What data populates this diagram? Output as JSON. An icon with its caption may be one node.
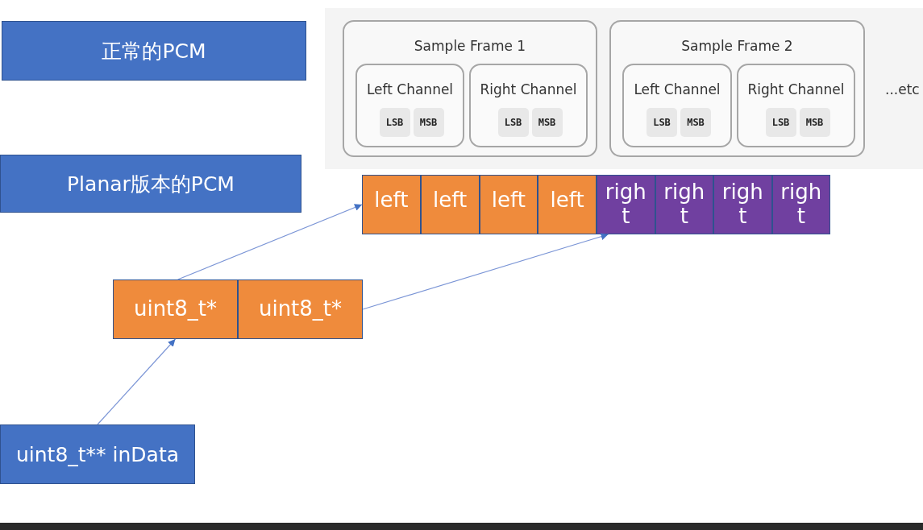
{
  "diagram": {
    "nodes": [
      {
        "text": [
          "正常的PCM"
        ]
      },
      {
        "text": [
          "Planar版本的PCM"
        ]
      },
      {
        "text": [],
        "shape": "box"
      },
      {
        "text": [
          "Sample Frame 1"
        ],
        "in": 2
      },
      {
        "text": [
          "Left Channel"
        ],
        "in": 3
      },
      {
        "text": [
          "LSB"
        ],
        "in": 4
      },
      {
        "text": [
          "MSB"
        ],
        "in": 4
      },
      {
        "text": [
          "Right Channel"
        ],
        "in": 3
      },
      {
        "text": [
          "LSB"
        ],
        "in": 7
      },
      {
        "text": [
          "MSB"
        ],
        "in": 7
      },
      {
        "text": [
          "Sample Frame 2"
        ],
        "in": 2
      },
      {
        "text": [
          "Left Channel"
        ],
        "in": 10
      },
      {
        "text": [
          "LSB"
        ],
        "in": 11
      },
      {
        "text": [
          "MSB"
        ],
        "in": 11
      },
      {
        "text": [
          "Right Channel"
        ],
        "in": 10
      },
      {
        "text": [
          "LSB"
        ],
        "in": 14
      },
      {
        "text": [
          "MSB"
        ],
        "in": 14
      },
      {
        "text": [
          "left"
        ]
      },
      {
        "text": [
          "left"
        ]
      },
      {
        "text": [
          "left"
        ]
      },
      {
        "text": [
          "left"
        ]
      },
      {
        "text": [
          "righ t"
        ]
      },
      {
        "text": [
          "righ t"
        ]
      },
      {
        "text": [
          "righ t"
        ]
      },
      {
        "text": [
          "righ t"
        ]
      },
      {
        "text": [
          "uint8_t*"
        ]
      },
      {
        "text": [
          "uint8_t*"
        ]
      },
      {
        "text": [
          "uint8_t** inData"
        ]
      }
    ],
    "edges": [
      {
        "from": 27,
        "to": 25,
        "arrow": "to"
      },
      {
        "from": 25,
        "to": 17,
        "arrow": "to"
      },
      {
        "from": 26,
        "to": 21,
        "arrow": "to"
      }
    ],
    "labels": [
      "...etc"
    ]
  }
}
